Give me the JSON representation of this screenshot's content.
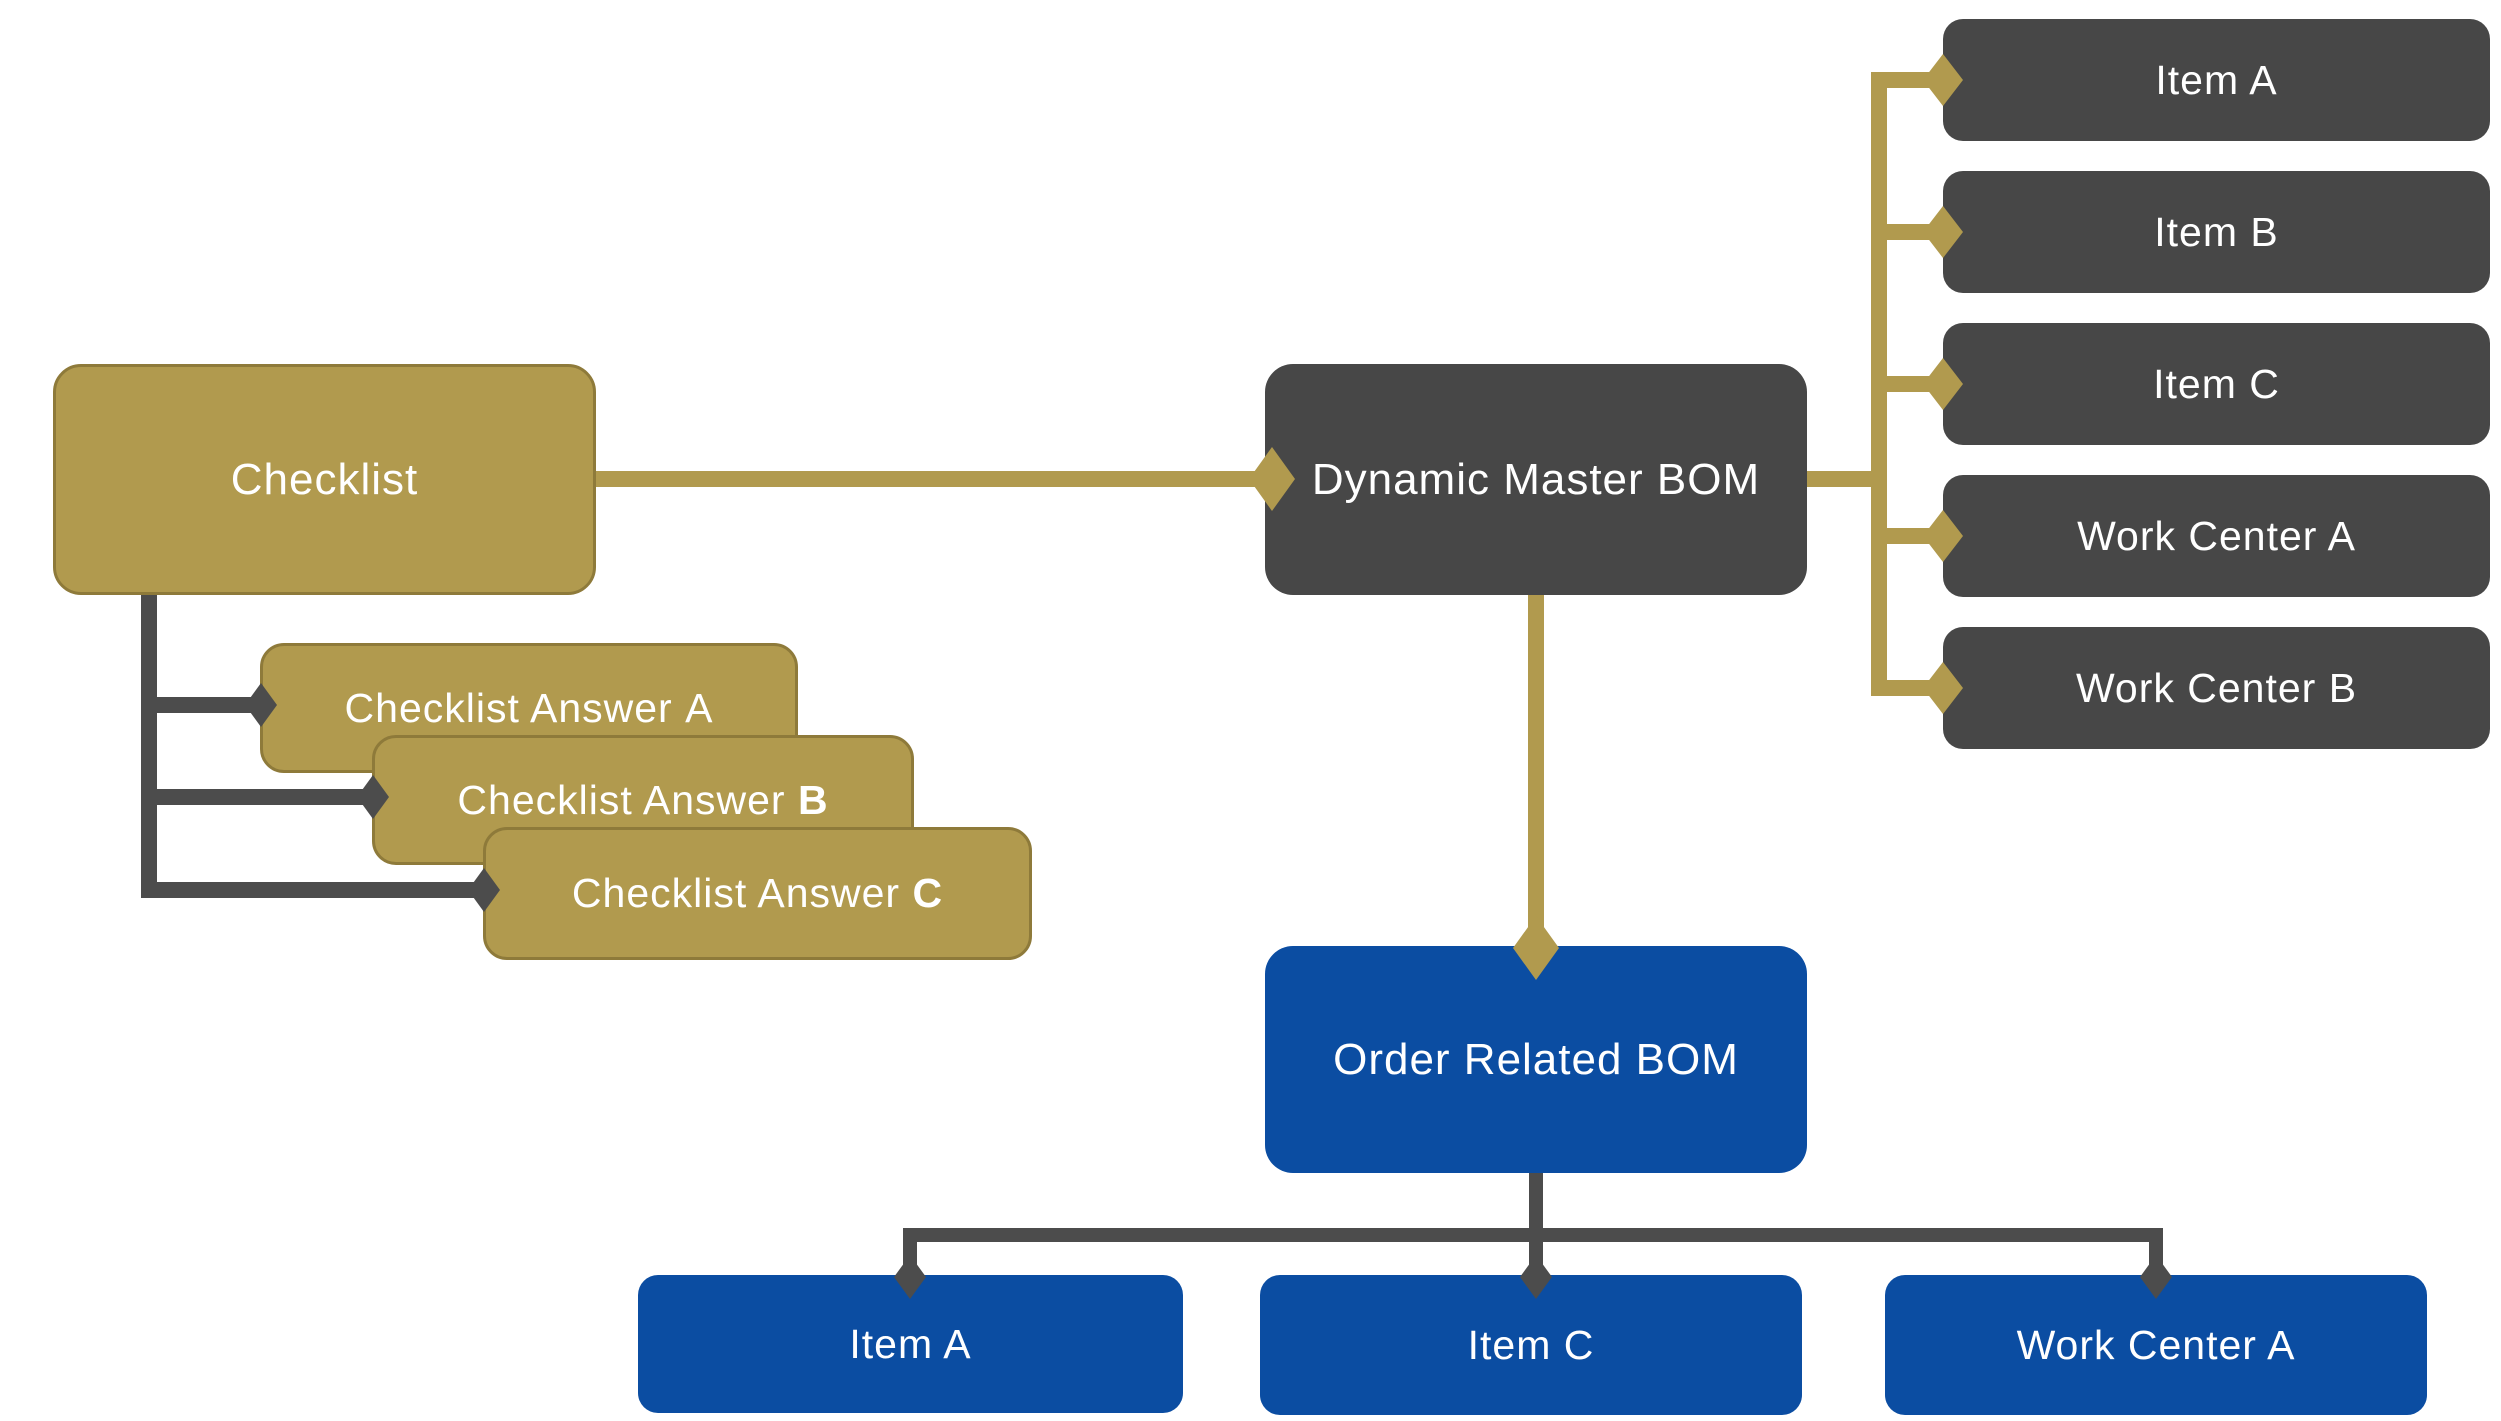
{
  "diagram": {
    "title": "Dynamic Master BOM relationship diagram",
    "colors": {
      "gold": "#B19A4E",
      "gold_border": "#8E7A3A",
      "dark_gray_box": "#474747",
      "connector_gray": "#4C4C4C",
      "blue": "#0B4DA2",
      "text": "#FFFFFF",
      "background": "#FFFFFF"
    },
    "nodes": {
      "checklist": {
        "label": "Checklist"
      },
      "dynamic_master_bom": {
        "label": "Dynamic Master BOM"
      },
      "order_related_bom": {
        "label": "Order Related BOM"
      },
      "checklist_answers": [
        {
          "prefix": "Checklist Answer ",
          "letter": "A",
          "letter_weight": "light"
        },
        {
          "prefix": "Checklist Answer ",
          "letter": "B",
          "letter_weight": "bold"
        },
        {
          "prefix": "Checklist Answer ",
          "letter": "C",
          "letter_weight": "bold"
        }
      ],
      "master_children": [
        {
          "label": "Item A"
        },
        {
          "label": "Item B"
        },
        {
          "label": "Item C"
        },
        {
          "label": "Work Center A"
        },
        {
          "label": "Work Center B"
        }
      ],
      "order_children": [
        {
          "label": "Item A"
        },
        {
          "label": "Item C"
        },
        {
          "label": "Work Center A"
        }
      ]
    }
  }
}
